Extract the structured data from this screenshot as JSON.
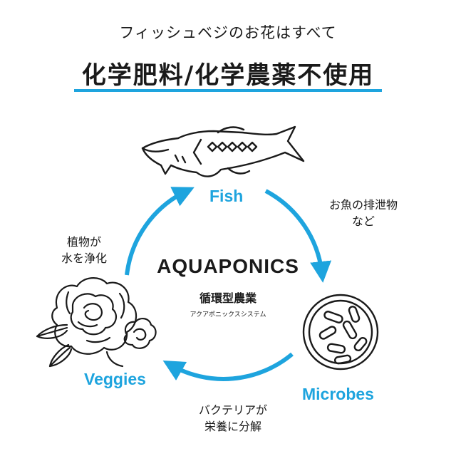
{
  "header": {
    "subtitle": "フィッシュベジのお花はすべて",
    "headline": "化学肥料/化学農薬不使用"
  },
  "center": {
    "title": "AQUAPONICS",
    "subtitle": "循環型農業",
    "kana": "アクアポニックスシステム"
  },
  "nodes": {
    "fish": "Fish",
    "microbes": "Microbes",
    "veggies": "Veggies"
  },
  "notes": {
    "fish_to_microbes": [
      "お魚の排泄物",
      "など"
    ],
    "microbes_to_veggies": [
      "バクテリアが",
      "栄養に分解"
    ],
    "veggies_to_fish": [
      "植物が",
      "水を浄化"
    ]
  },
  "colors": {
    "accent": "#1ea4de",
    "text": "#1a1a1a",
    "line": "#1a1a1a"
  },
  "icons": {
    "fish": "sturgeon-fish-icon",
    "microbes": "bacteria-dish-icon",
    "veggies": "rose-flowers-icon"
  }
}
